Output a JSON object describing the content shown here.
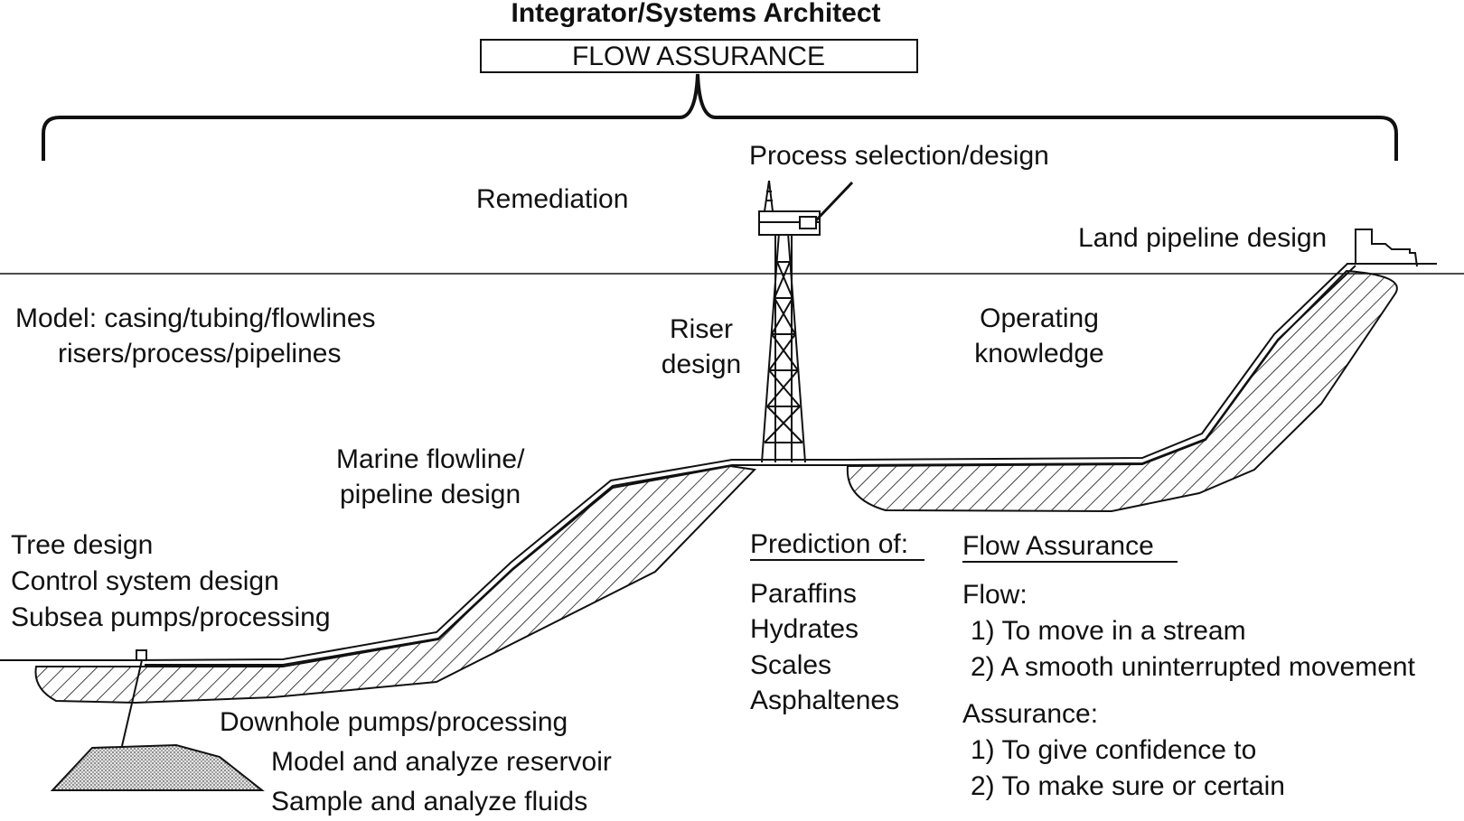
{
  "title": "Integrator/Systems Architect",
  "box_label": "FLOW ASSURANCE",
  "labels": {
    "process_selection": "Process selection/design",
    "remediation": "Remediation",
    "land_pipeline": "Land pipeline design",
    "model_line1": "Model: casing/tubing/flowlines",
    "model_line2": "risers/process/pipelines",
    "riser_line1": "Riser",
    "riser_line2": "design",
    "operating_line1": "Operating",
    "operating_line2": "knowledge",
    "marine_line1": "Marine flowline/",
    "marine_line2": "pipeline design",
    "tree": "Tree design",
    "control": "Control system design",
    "subsea": "Subsea pumps/processing",
    "downhole": "Downhole pumps/processing",
    "reservoir": "Model and analyze reservoir",
    "fluids": "Sample and analyze fluids"
  },
  "prediction": {
    "heading": "Prediction of:",
    "items": [
      "Paraffins",
      "Hydrates",
      "Scales",
      "Asphaltenes"
    ]
  },
  "definition": {
    "heading": "Flow Assurance",
    "flow_label": "Flow:",
    "flow_items": [
      "1) To move in a stream",
      "2) A smooth uninterrupted movement"
    ],
    "assurance_label": "Assurance:",
    "assurance_items": [
      "1) To give confidence to",
      "2) To make sure or certain"
    ]
  }
}
